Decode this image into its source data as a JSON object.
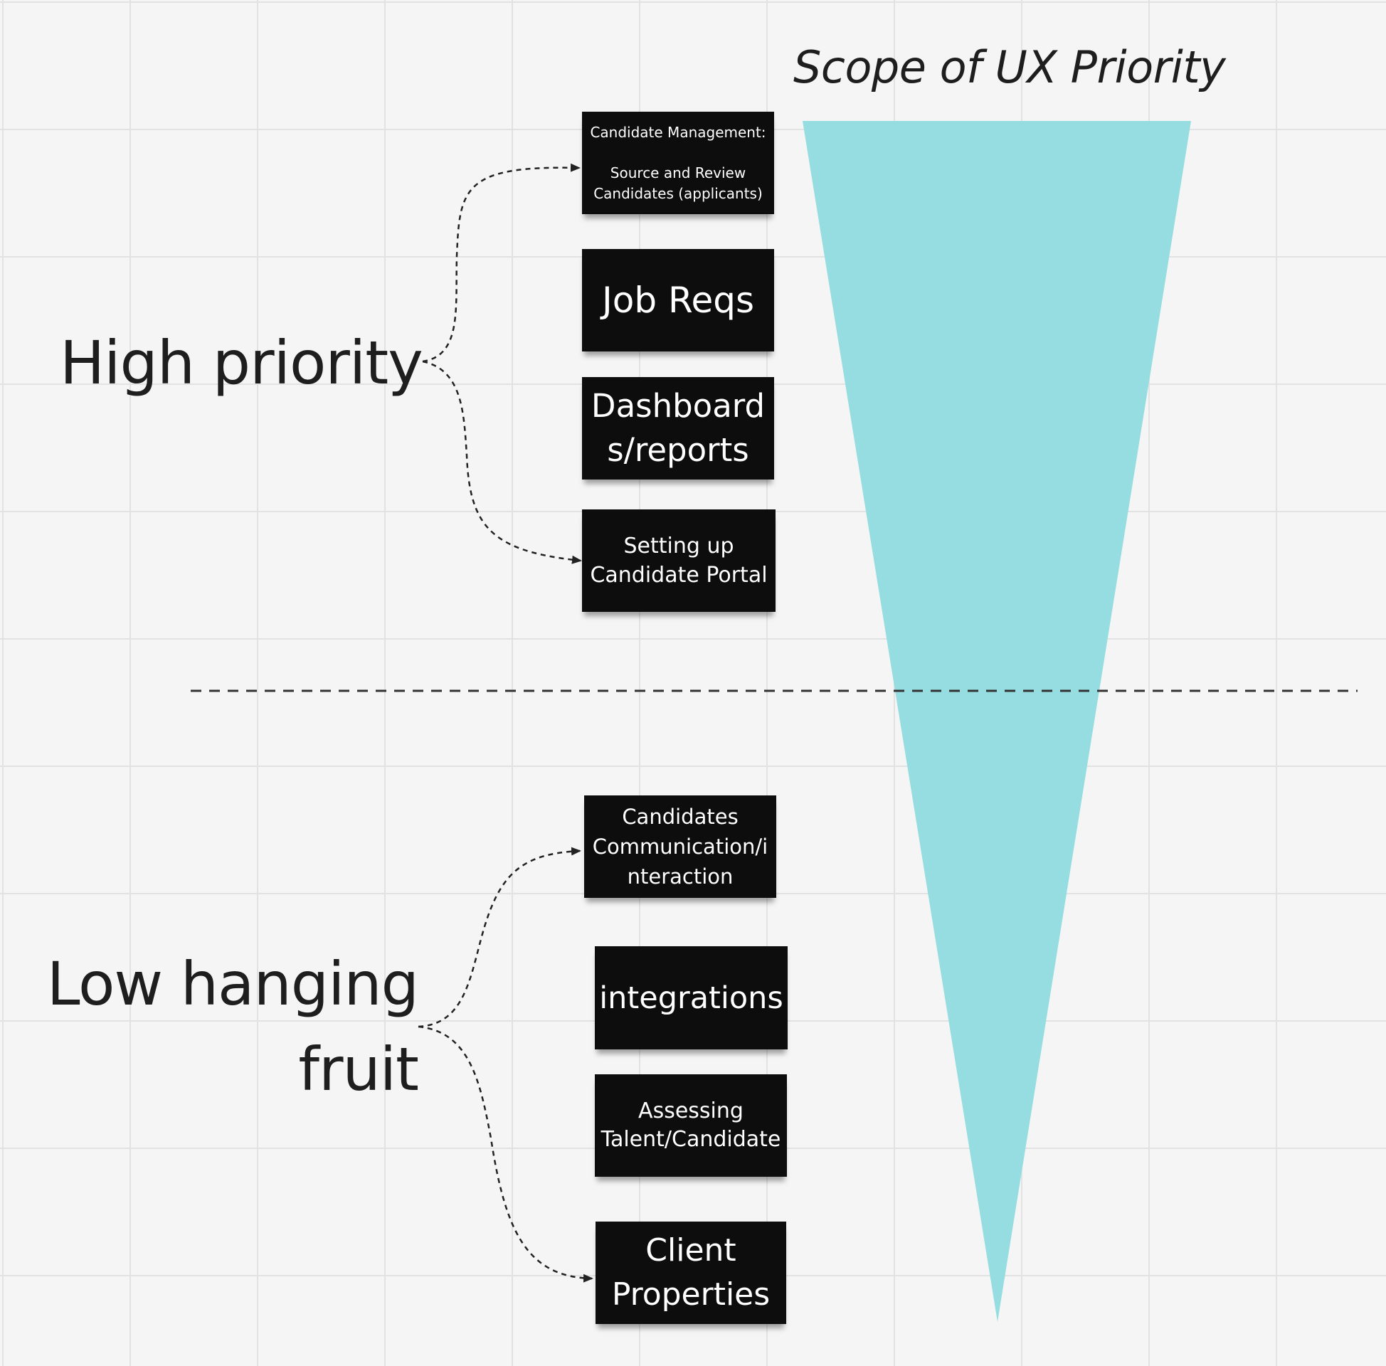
{
  "board": {
    "title": "Scope of UX Priority"
  },
  "groups": [
    {
      "name": "high-priority",
      "label_lines": [
        "High priority"
      ]
    },
    {
      "name": "low-hanging-fruit",
      "label_lines": [
        "Low hanging",
        "fruit"
      ]
    }
  ],
  "stickies": [
    {
      "lines": [
        "Candidate Management:",
        "",
        "Source and Review",
        "Candidates (applicants)"
      ]
    },
    {
      "lines": [
        "Job Reqs"
      ]
    },
    {
      "lines": [
        "Dashboard",
        "s/reports"
      ]
    },
    {
      "lines": [
        "Setting up",
        "Candidate Portal"
      ]
    },
    {
      "lines": [
        "Candidates",
        "Communication/i",
        "nteraction"
      ]
    },
    {
      "lines": [
        "integrations"
      ]
    },
    {
      "lines": [
        "Assessing",
        "Talent/Candidate"
      ]
    },
    {
      "lines": [
        "Client",
        "Properties"
      ]
    }
  ],
  "colors": {
    "funnel": "#96dde1",
    "sticky_background": "#0d0d0d",
    "sticky_text": "#ffffff",
    "connector": "#222222",
    "grid_line": "#e2e2e2",
    "canvas": "#f5f5f5"
  },
  "icons": [
    "arrowhead-icon"
  ]
}
